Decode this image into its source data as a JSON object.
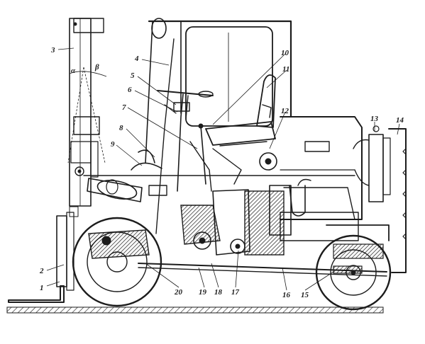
{
  "diagram": {
    "callouts": [
      {
        "id": "1",
        "text": "1"
      },
      {
        "id": "2",
        "text": "2"
      },
      {
        "id": "3",
        "text": "3"
      },
      {
        "id": "4",
        "text": "4"
      },
      {
        "id": "5",
        "text": "5"
      },
      {
        "id": "6",
        "text": "6"
      },
      {
        "id": "7",
        "text": "7"
      },
      {
        "id": "8",
        "text": "8"
      },
      {
        "id": "9",
        "text": "9"
      },
      {
        "id": "10",
        "text": "10"
      },
      {
        "id": "11",
        "text": "11"
      },
      {
        "id": "12",
        "text": "12"
      },
      {
        "id": "13",
        "text": "13"
      },
      {
        "id": "14",
        "text": "14"
      },
      {
        "id": "15",
        "text": "15"
      },
      {
        "id": "16",
        "text": "16"
      },
      {
        "id": "17",
        "text": "17"
      },
      {
        "id": "18",
        "text": "18"
      },
      {
        "id": "19",
        "text": "19"
      },
      {
        "id": "20",
        "text": "20"
      }
    ],
    "angles": {
      "alpha": "α",
      "beta": "β"
    }
  }
}
